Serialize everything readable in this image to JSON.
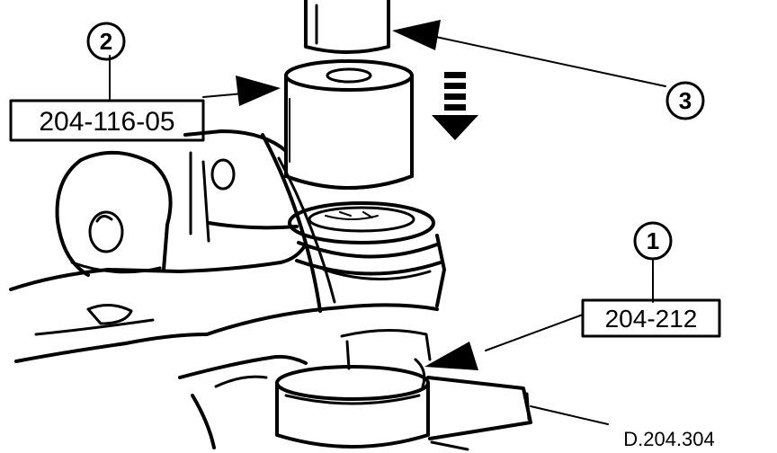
{
  "callouts": [
    {
      "number": "1",
      "part": "204-212"
    },
    {
      "number": "2",
      "part": "204-116-05"
    },
    {
      "number": "3"
    }
  ],
  "figure_ref": "D.204.304"
}
